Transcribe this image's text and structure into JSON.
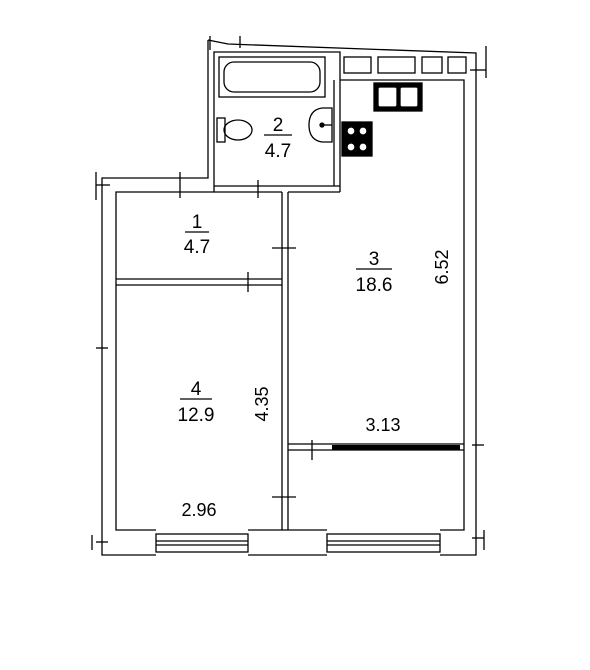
{
  "rooms": [
    {
      "number": "1",
      "area": "4.7"
    },
    {
      "number": "2",
      "area": "4.7"
    },
    {
      "number": "3",
      "area": "18.6"
    },
    {
      "number": "4",
      "area": "12.9"
    }
  ],
  "dimensions": {
    "kitchen_height": "6.52",
    "kitchen_width": "3.13",
    "room4_height": "4.35",
    "room4_width": "2.96"
  },
  "icons": [
    "bathtub-icon",
    "toilet-icon",
    "sink-icon",
    "stove-icon",
    "kitchen-sink-icon"
  ],
  "colors": {
    "line": "#000000",
    "background": "#ffffff"
  }
}
